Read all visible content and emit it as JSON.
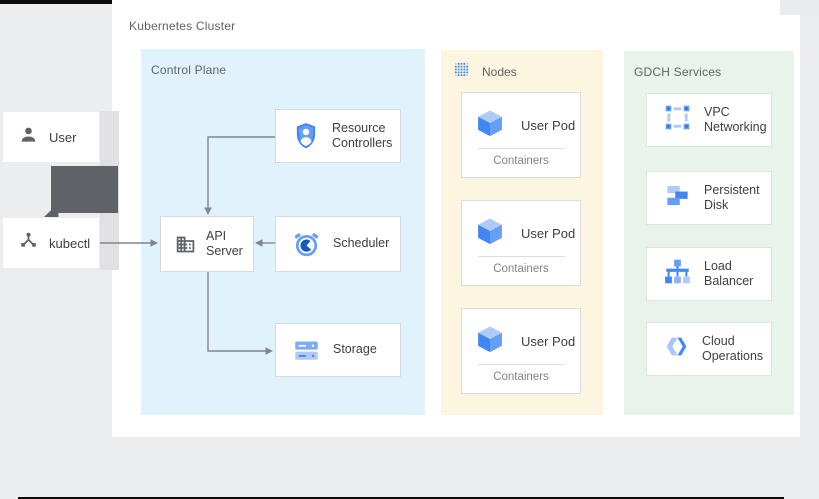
{
  "diagram": {
    "cluster_label": "Kubernetes Cluster",
    "actors": {
      "user": {
        "label": "User",
        "icon": "user-icon"
      },
      "kubectl": {
        "label": "kubectl",
        "icon": "kubectl-icon"
      }
    },
    "control_plane": {
      "label": "Control Plane",
      "items": [
        {
          "label": "Resource Controllers",
          "icon": "shield-person-icon"
        },
        {
          "label": "API Server",
          "icon": "building-icon"
        },
        {
          "label": "Scheduler",
          "icon": "scheduler-clock-icon"
        },
        {
          "label": "Storage",
          "icon": "storage-icon"
        }
      ]
    },
    "nodes": {
      "label": "Nodes",
      "icon": "dotted-grid-icon",
      "pods": [
        {
          "label": "User Pod",
          "sublabel": "Containers",
          "icon": "pod-cube-icon"
        },
        {
          "label": "User Pod",
          "sublabel": "Containers",
          "icon": "pod-cube-icon"
        },
        {
          "label": "User Pod",
          "sublabel": "Containers",
          "icon": "pod-cube-icon"
        }
      ]
    },
    "gdch_services": {
      "label": "GDCH Services",
      "items": [
        {
          "label": "VPC Networking",
          "icon": "vpc-networking-icon"
        },
        {
          "label": "Persistent Disk",
          "icon": "persistent-disk-icon"
        },
        {
          "label": "Load Balancer",
          "icon": "load-balancer-icon"
        },
        {
          "label": "Cloud Operations",
          "icon": "cloud-operations-icon"
        }
      ]
    },
    "arrows": [
      {
        "from": "User",
        "to": "kubectl"
      },
      {
        "from": "kubectl",
        "to": "API Server"
      },
      {
        "from": "Resource Controllers",
        "to": "API Server"
      },
      {
        "from": "Scheduler",
        "to": "API Server"
      },
      {
        "from": "API Server",
        "to": "Storage"
      }
    ],
    "colors": {
      "control_plane_bg": "#e0f3fc",
      "nodes_bg": "#fcf5df",
      "gdch_bg": "#e7f3eb",
      "google_blue": "#4285f4",
      "blue_medium": "#669df6",
      "blue_light": "#aecbfa",
      "label_gray": "#5f6368",
      "text_dark": "#3c4043",
      "arrow_gray": "#80868b",
      "page_bg": "#ebedee",
      "thick_arrow_gray": "#5f6368"
    }
  }
}
